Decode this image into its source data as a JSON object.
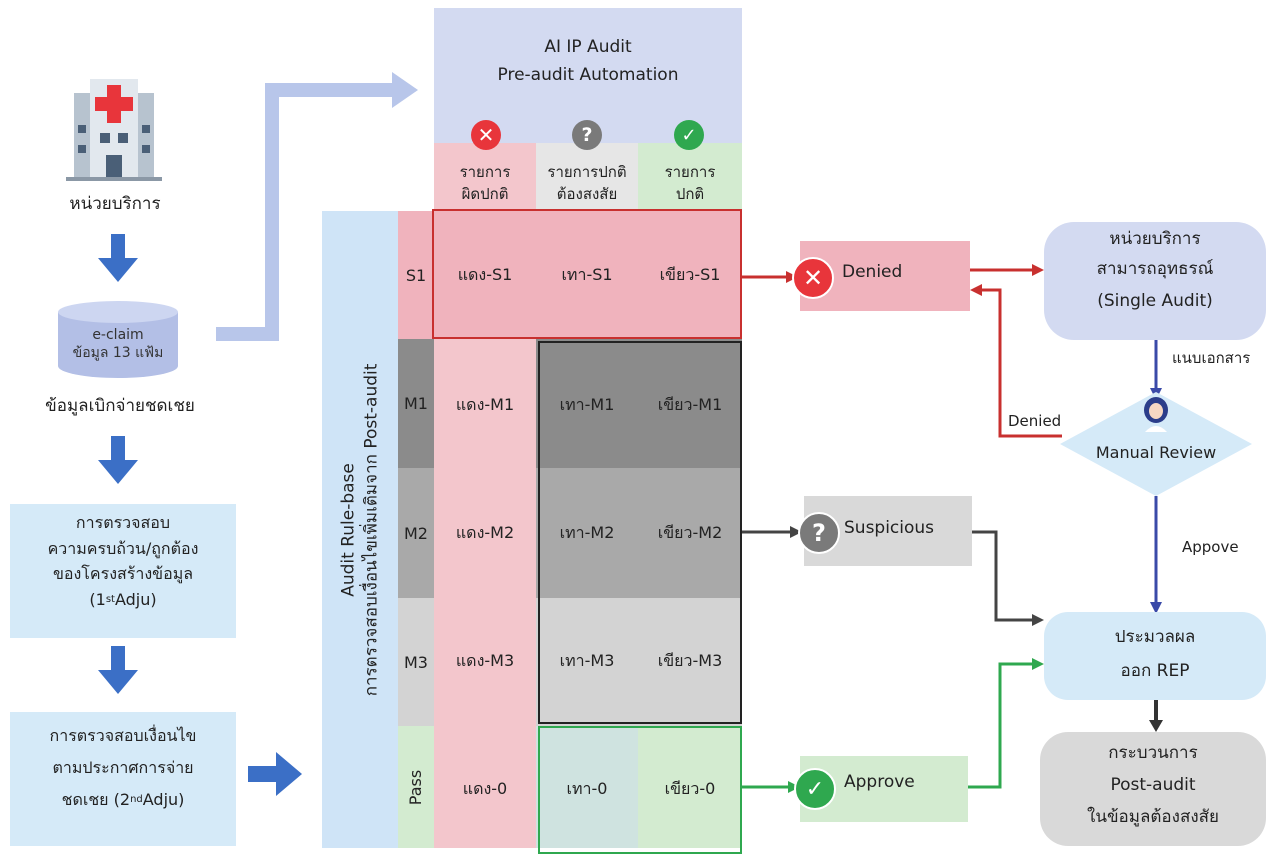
{
  "left": {
    "hospital_label": "หน่วยบริการ",
    "db_line1": "e-claim",
    "db_line2": "ข้อมูล 13 แฟ้ม",
    "claim_label": "ข้อมูลเบิกจ่ายชดเชย",
    "check1": [
      "การตรวจสอบ",
      "ความครบถ้วน/ถูกต้อง",
      "ของโครงสร้างข้อมูล"
    ],
    "check1_adju_pre": "(1",
    "check1_adju_sup": "st",
    "check1_adju_post": " Adju)",
    "check2": [
      "การตรวจสอบเงื่อนไข",
      "ตามประกาศการจ่าย"
    ],
    "check2_adju_pre": "ชดเชย (2",
    "check2_adju_sup": "nd",
    "check2_adju_post": " Adju)"
  },
  "top": {
    "line1": "AI IP Audit",
    "line2": "Pre-audit Automation",
    "col_red": [
      "รายการ",
      "ผิดปกติ"
    ],
    "col_gray": [
      "รายการปกติ",
      "ต้องสงสัย"
    ],
    "col_green": [
      "รายการ",
      "ปกติ"
    ]
  },
  "rulebase": {
    "line1": "Audit Rule-base",
    "line2": "การตรวจสอบเงื่อนไขเพิ่มเติมจาก Post-audit"
  },
  "rows": [
    {
      "label": "S1",
      "red": "แดง-S1",
      "gray": "เทา-S1",
      "green": "เขียว-S1"
    },
    {
      "label": "M1",
      "red": "แดง-M1",
      "gray": "เทา-M1",
      "green": "เขียว-M1"
    },
    {
      "label": "M2",
      "red": "แดง-M2",
      "gray": "เทา-M2",
      "green": "เขียว-M2"
    },
    {
      "label": "M3",
      "red": "แดง-M3",
      "gray": "เทา-M3",
      "green": "เขียว-M3"
    },
    {
      "label": "Pass",
      "red": "แดง-0",
      "gray": "เทา-0",
      "green": "เขียว-0"
    }
  ],
  "outcomes": {
    "denied": "Denied",
    "suspicious": "Suspicious",
    "approve": "Approve"
  },
  "right": {
    "appeal": [
      "หน่วยบริการ",
      "สามารถอุทธรณ์",
      "(Single Audit)"
    ],
    "attach": "แนบเอกสาร",
    "manual": "Manual Review",
    "denied": "Denied",
    "appove": "Appove",
    "process": [
      "ประมวลผล",
      "ออก REP"
    ],
    "postaudit": [
      "กระบวนการ",
      "Post-audit",
      "ในข้อมูลต้องสงสัย"
    ]
  },
  "colors": {
    "red": "#e8353b",
    "green": "#2fa84f",
    "gray": "#7a7a7a",
    "navy": "#3a4aa8",
    "blue_arrow": "#3b6fc6"
  }
}
